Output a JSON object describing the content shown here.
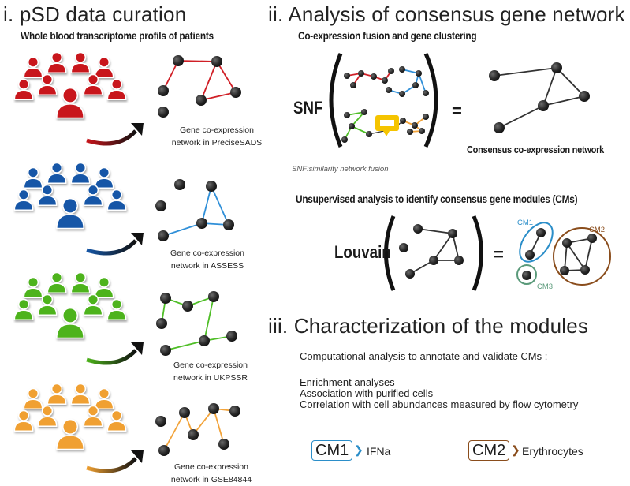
{
  "section1": {
    "title": "i. pSD data curation",
    "subtitle": "Whole blood transcriptome profils of patients",
    "cohorts": [
      {
        "name": "PRECISESADS",
        "color": "#c8151b",
        "caption1": "Gene co-expression",
        "caption2": "network in PreciseSADS"
      },
      {
        "name": "ASSESS",
        "color": "#1657a7",
        "caption1": "Gene co-expression",
        "caption2": "network in ASSESS"
      },
      {
        "name": "UKPSSR",
        "color": "#4db31a",
        "caption1": "Gene co-expression",
        "caption2": "network in UKPSSR"
      },
      {
        "name": "GSE84844",
        "color": "#f0a030",
        "caption1": "Gene co-expression",
        "caption2": "network in GSE84844"
      }
    ]
  },
  "section2": {
    "title": "ii. Analysis of consensus gene network",
    "subtitle": "Co-expression fusion and gene clustering",
    "snf_label": "SNF",
    "equals": "=",
    "consensus_caption": "Consensus co-expression network",
    "snf_note": "SNF:similarity network fusion",
    "unsupervised_label": "Unsupervised analysis to identify consensus gene modules (CMs)",
    "louvain_label": "Louvain",
    "cm1": "CM1",
    "cm2": "CM2",
    "cm3": "CM3"
  },
  "section3": {
    "title": "iii. Characterization of the modules",
    "intro": "Computational analysis to annotate and validate CMs :",
    "items": [
      "Enrichment analyses",
      "Association with purified cells",
      "Correlation with cell abundances measured by flow cytometry"
    ],
    "legend": [
      {
        "box": "CM1",
        "label": "IFNa"
      },
      {
        "box": "CM2",
        "label": "Erythrocytes"
      }
    ]
  },
  "colors": {
    "node": "#2b2b2b",
    "red": "#d01f26",
    "blue": "#2f8fd8",
    "green": "#4fbe27",
    "orange": "#f2a33a",
    "dark_edge": "#333333",
    "cm1": "#2b8ec9",
    "cm2": "#8a4d1c",
    "cm3": "#5a9a7a",
    "note_bubble": "#f5c400"
  }
}
